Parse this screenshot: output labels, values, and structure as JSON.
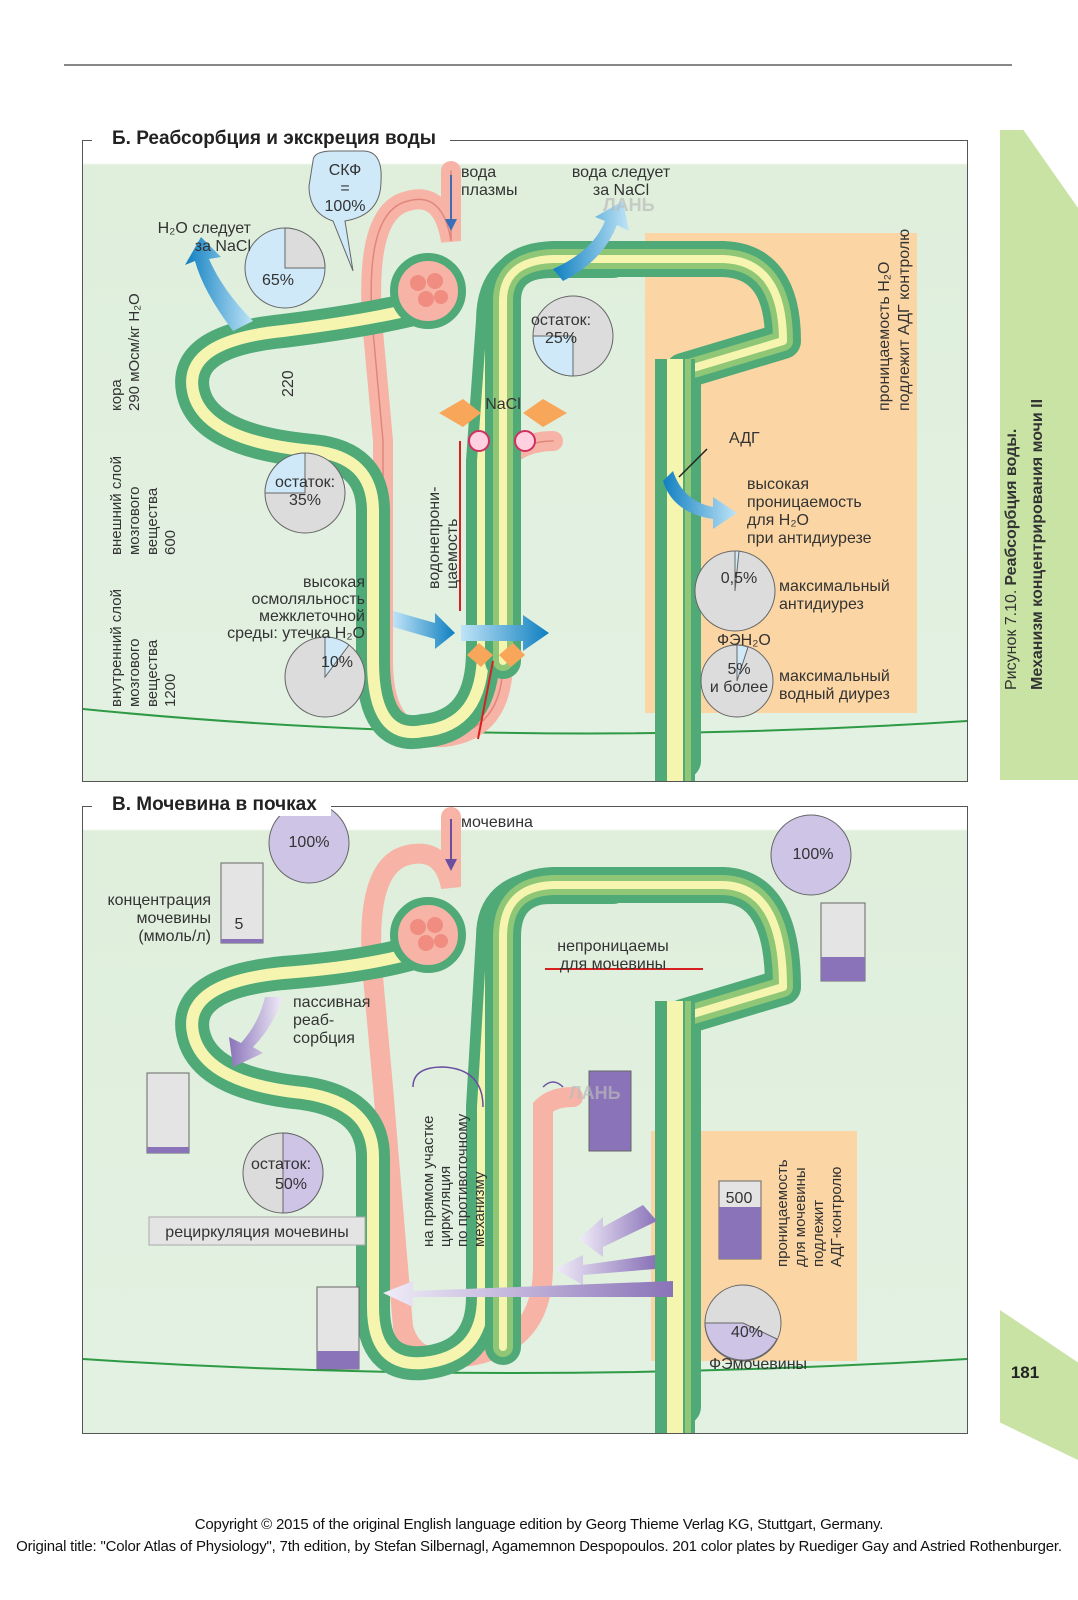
{
  "figure_b": {
    "title": "Б. Реабсорбция и экскреция воды",
    "zones": {
      "cortex": [
        "кора",
        "290 мОсм/кг H₂O"
      ],
      "outer_medulla": [
        "внешний слой",
        "мозгового",
        "вещества",
        "600"
      ],
      "inner_medulla": [
        "внутренний слой",
        "мозгового",
        "вещества",
        "1200"
      ]
    },
    "gfr": [
      "СКФ",
      "=",
      "100%"
    ],
    "plasma_water": [
      "вода",
      "плазмы"
    ],
    "water_follows_left": [
      "H₂O следует",
      "за NaCl"
    ],
    "water_follows_right": [
      "вода следует",
      "за NaCl"
    ],
    "pct_65": "65%",
    "remainder_25": [
      "остаток:",
      "25%"
    ],
    "remainder_35": [
      "остаток:",
      "35%"
    ],
    "label_220": "220",
    "nacl": "NaCl",
    "water_impermeable": [
      "водонепрони-",
      "цаемость"
    ],
    "high_osmolality": [
      "высокая",
      "осмоляльность",
      "межклеточной",
      "среды: утечка H₂O"
    ],
    "pct_10": "10%",
    "adh_control": [
      "проницаемость H₂O",
      "подлежит АДГ контролю"
    ],
    "adh": "АДГ",
    "high_permeability": [
      "высокая",
      "проницаемость",
      "для H₂O",
      "при антидиурезе"
    ],
    "pct_05": "0,5%",
    "max_antidiuresis": [
      "максимальный",
      "антидиурез"
    ],
    "fe_h2o": "ФЭH₂O",
    "pct_5": [
      "5%",
      "и более"
    ],
    "max_water_diuresis": [
      "максимальный",
      "водный диурез"
    ]
  },
  "figure_v": {
    "title": "В. Мочевина в почках",
    "urea": "мочевина",
    "pct_100_left": "100%",
    "pct_100_right": "100%",
    "concentration": [
      "концентрация",
      "мочевины",
      "(ммоль/л)"
    ],
    "val_5": "5",
    "impermeable": [
      "непроницаемы",
      "для мочевины"
    ],
    "passive": [
      "пассивная",
      "реаб-",
      "сорбция"
    ],
    "remainder_50": [
      "остаток:",
      "50%"
    ],
    "recirculation": "рециркуляция мочевины",
    "countercurrent": [
      "на прямом участке",
      "циркуляция",
      "по противоточному",
      "механизму"
    ],
    "val_500": "500",
    "adh_urea": [
      "проницаемость",
      "для мочевины",
      "подлежит",
      "АДГ-контролю"
    ],
    "pct_40": "40%",
    "fe_urea": "ФЭмочевины"
  },
  "sidebar": {
    "caption_prefix": "Рисунок 7.10.",
    "caption_bold1": "Реабсорбция воды.",
    "caption_bold2": "Механизм концентрирования мочи II"
  },
  "page_number": "181",
  "watermark": "ЛАНЬ",
  "copyright_line1": "Copyright © 2015 of the original English language edition by Georg Thieme Verlag KG, Stuttgart, Germany.",
  "copyright_line2": "Original title: \"Color Atlas of Physiology\", 7th edition, by Stefan Silbernagl, Agamemnon Despopoulos. 201 color plates by Ruediger Gay and Astried Rothenburger.",
  "colors": {
    "tubule_green": "#4faa78",
    "tubule_inner_green": "#8fc777",
    "lumen_yellow": "#f6f5b0",
    "vessel_pink": "#f6b3a6",
    "orange_zone": "#fbd6a4",
    "water_arrow": "#3aa7dd",
    "urea_purple": "#8a73b8",
    "background": "#e2f1e2"
  }
}
